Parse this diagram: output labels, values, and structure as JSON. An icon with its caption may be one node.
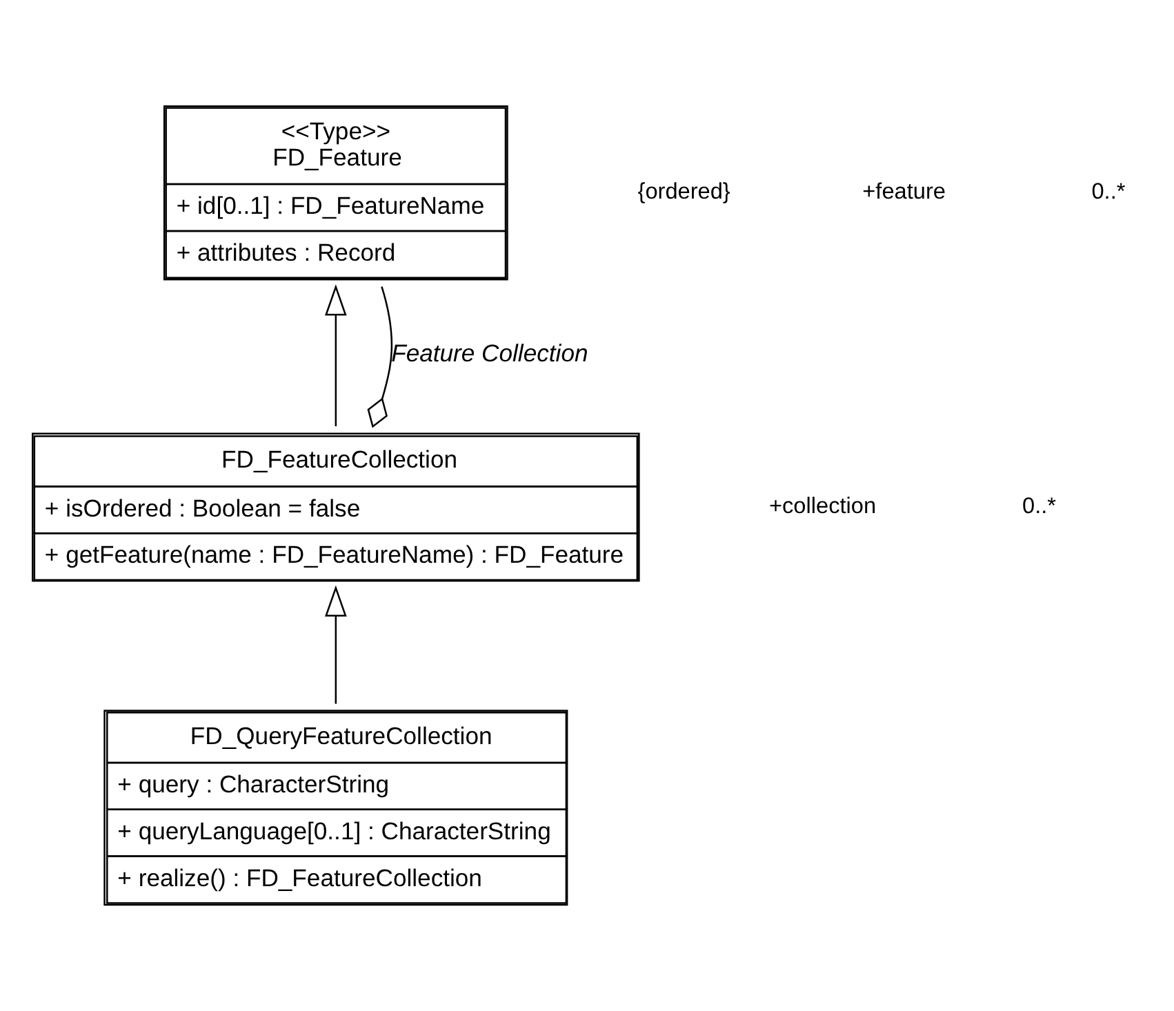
{
  "diagram": {
    "nodes": [
      {
        "text": [
          "<<Type>>",
          "FD_Feature",
          "+ id[0..1] : FD_FeatureName",
          "+ attributes : Record"
        ]
      },
      {
        "text": [
          "FD_FeatureCollection",
          "+ isOrdered : Boolean = false",
          "+ getFeature(name : FD_FeatureName) : FD_Feature"
        ]
      },
      {
        "text": [
          "FD_QueryFeatureCollection",
          "+ query : CharacterString",
          "+ queryLanguage[0..1] : CharacterString",
          "+ realize() : FD_FeatureCollection"
        ]
      }
    ],
    "edges": [
      {
        "from": 1,
        "to": 0,
        "arrow": "to"
      },
      {
        "from": 2,
        "to": 1,
        "arrow": "to"
      },
      {
        "from": 1,
        "to": 0,
        "arrow": "other",
        "label": "Feature Collection"
      }
    ],
    "labels": [
      "{ordered}",
      "+feature",
      "0..*",
      "+collection",
      "0..*"
    ]
  }
}
